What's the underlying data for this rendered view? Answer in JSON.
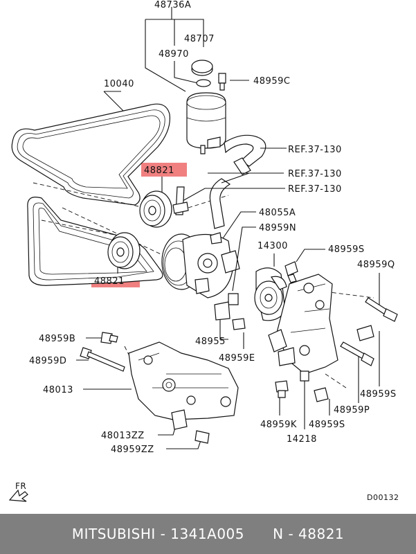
{
  "labels": {
    "l48736a": "48736A",
    "l48707": "48707",
    "l48970": "48970",
    "l48959c": "48959C",
    "l10040": "10040",
    "ref1": "REF.37-130",
    "ref2": "REF.37-130",
    "ref3": "REF.37-130",
    "l48821a": "48821",
    "l48055a": "48055A",
    "l48959n": "48959N",
    "l14300": "14300",
    "l48959s1": "48959S",
    "l48959q": "48959Q",
    "l48821b": "48821",
    "l48959b": "48959B",
    "l48959d": "48959D",
    "l48955": "48955",
    "l48959e": "48959E",
    "l48013": "48013",
    "l48959s2": "48959S",
    "l48959p": "48959P",
    "l48959k": "48959K",
    "l48959s3": "48959S",
    "l14218": "14218",
    "l48013zz": "48013ZZ",
    "l48959zz": "48959ZZ",
    "fr": "FR",
    "code": "D00132"
  },
  "footer": {
    "brand": "MITSUBISHI",
    "part_number": "1341A005",
    "ref_number": "N - 48821",
    "full": "MITSUBISHI - 1341A005      N - 48821"
  },
  "highlight_color": "#f08080"
}
